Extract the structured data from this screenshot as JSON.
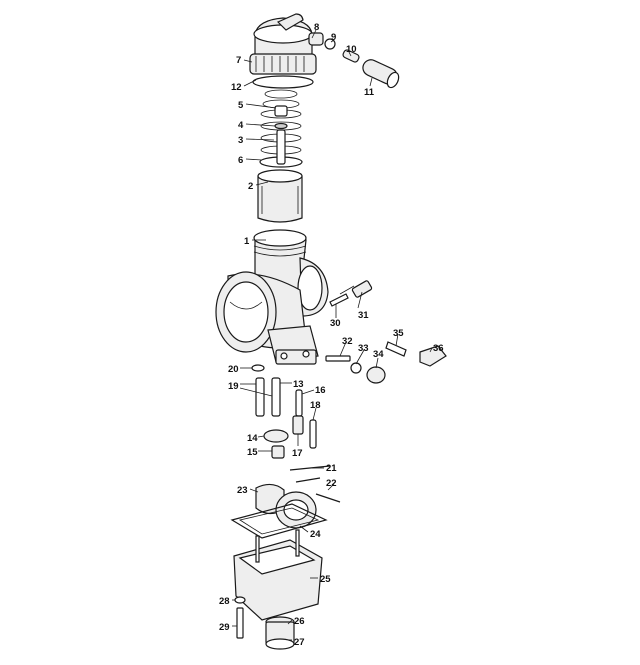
{
  "callouts": [
    "1",
    "2",
    "3",
    "4",
    "5",
    "6",
    "7",
    "8",
    "9",
    "10",
    "11",
    "12",
    "13",
    "14",
    "15",
    "16",
    "17",
    "18",
    "19",
    "20",
    "21",
    "22",
    "23",
    "24",
    "25",
    "26",
    "27",
    "28",
    "29",
    "30",
    "31",
    "32",
    "33",
    "34",
    "35",
    "36"
  ],
  "colors": {
    "ink": "#1a1a1a",
    "fill": "#eeeeee",
    "shade": "#cfcfcf",
    "background": "#ffffff"
  }
}
